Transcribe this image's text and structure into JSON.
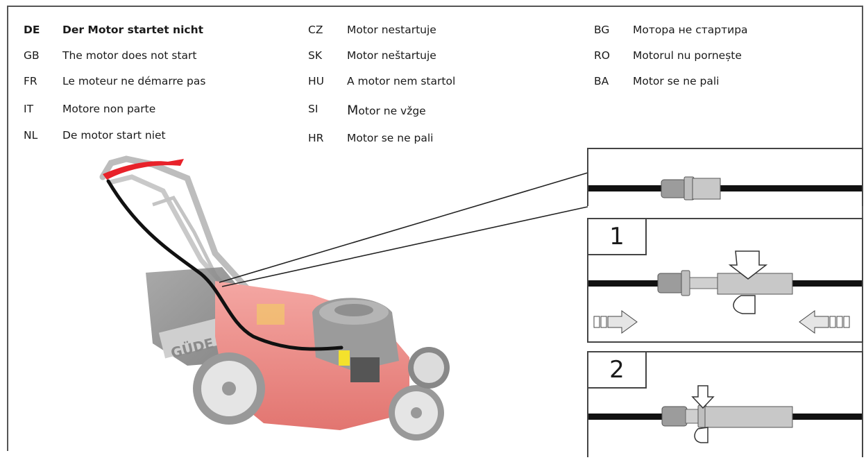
{
  "languages": {
    "col1": [
      {
        "code": "DE",
        "text": "Der Motor startet nicht",
        "bold": true
      },
      {
        "code": "GB",
        "text": "The motor does not start"
      },
      {
        "code": "FR",
        "text": "Le moteur ne démarre pas"
      },
      {
        "code": "IT",
        "text": "Motore non parte"
      },
      {
        "code": "NL",
        "text": "De motor start niet"
      }
    ],
    "col2": [
      {
        "code": "CZ",
        "text": "Motor nestartuje"
      },
      {
        "code": "SK",
        "text": "Motor neštartuje"
      },
      {
        "code": "HU",
        "text": "A motor nem startol"
      },
      {
        "code": "SI",
        "text_m": "M",
        "text": "otor ne vžge"
      },
      {
        "code": "HR",
        "text": "Motor se ne pali"
      }
    ],
    "col3": [
      {
        "code": "BG",
        "text": "Мотора не стартира"
      },
      {
        "code": "RO",
        "text": "Motorul nu pornește"
      },
      {
        "code": "BA",
        "text": "Motor se ne pali"
      }
    ]
  },
  "steps": {
    "step1": "1",
    "step2": "2"
  },
  "illustration": {
    "brand_mark": "GÜDE"
  }
}
